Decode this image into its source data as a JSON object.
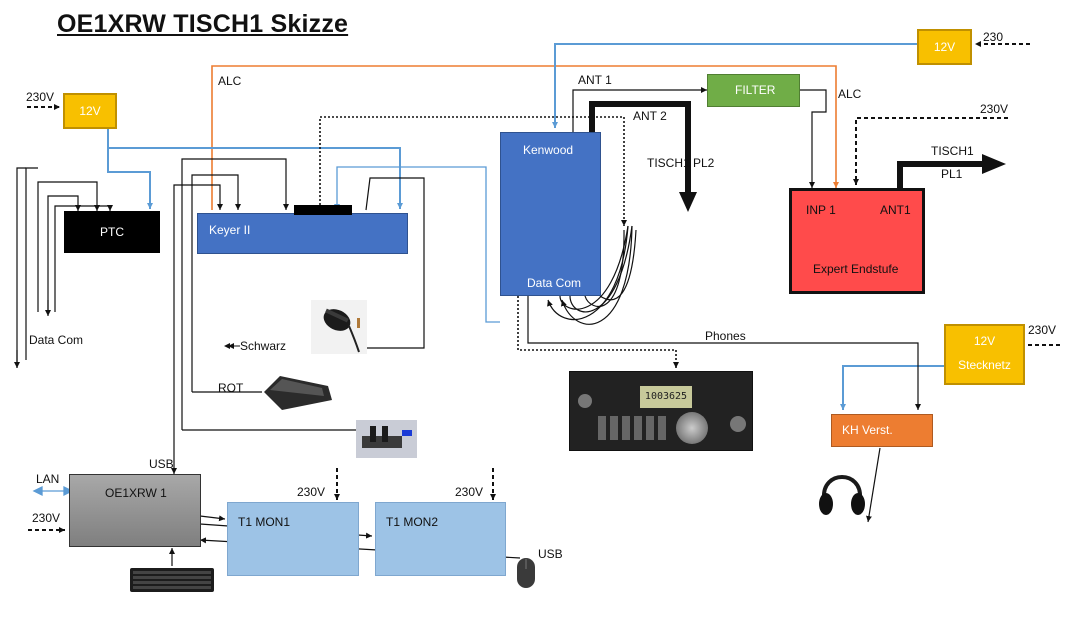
{
  "title": "OE1XRW TISCH1  Skizze",
  "supplies": {
    "psu_left": "12V",
    "psu_top_right": "12V",
    "stecknetz_label": "12V",
    "stecknetz_name": "Stecknetz"
  },
  "devices": {
    "ptc": "PTC",
    "keyer": "Keyer II",
    "kenwood": "Kenwood",
    "kenwood_data": "Data  Com",
    "filter": "FILTER",
    "amp_inp": "INP 1",
    "amp_ant": "ANT1",
    "amp_name": "Expert Endstufe",
    "kh": "KH Verst.",
    "pc": "OE1XRW 1",
    "mon1": "T1 MON1",
    "mon2": "T1 MON2"
  },
  "labels": {
    "v230_left": "230V",
    "v230_top": "230",
    "v230_amp": "230V",
    "v230_stecknetz": "230V",
    "v230_pc": "230V",
    "v230_mon1": "230V",
    "v230_mon2": "230V",
    "alc_left": "ALC",
    "alc_right": "ALC",
    "ant1": "ANT 1",
    "ant2": "ANT 2",
    "tisch1_pl2": "TISCH1  PL2",
    "tisch1_right": "TISCH1",
    "pl1": "PL1",
    "data_com_left": "Data Com",
    "schwarz": "Schwarz",
    "rot": "ROT",
    "phones": "Phones",
    "usb_top": "USB",
    "usb_mouse": "USB",
    "lan": "LAN"
  },
  "radio_display": "1003625",
  "colors": {
    "blue_box": "#4472c4",
    "psu_yellow": "#f8c000",
    "filter_green": "#70ad47",
    "amp_red": "#ff4b4b",
    "kh_orange": "#ed7d31",
    "monitor_blue": "#9dc3e6",
    "wire_blue": "#5b9bd5",
    "wire_orange": "#ed7d31"
  }
}
